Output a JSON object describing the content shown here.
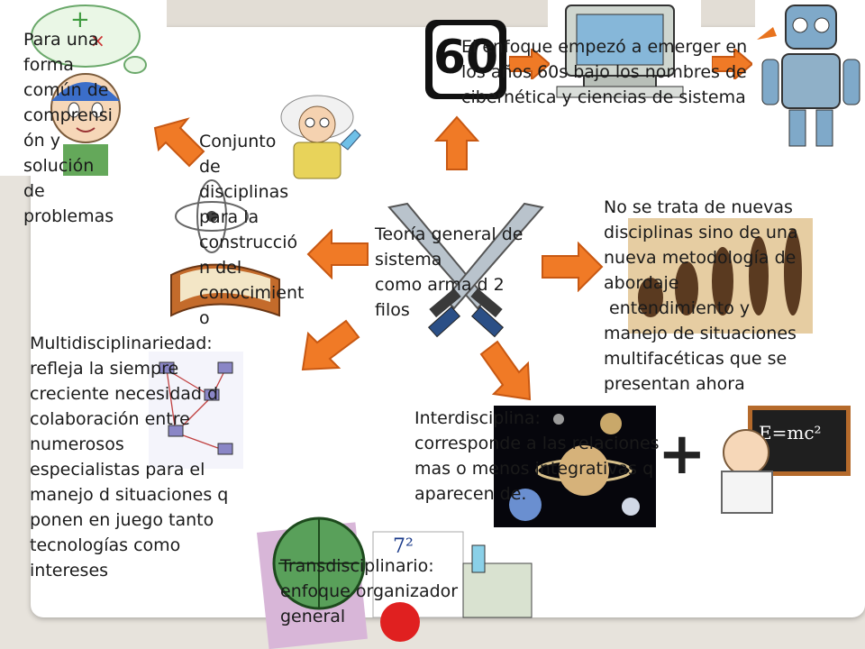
{
  "center_title": [
    "Teoría general de",
    "sistema",
    "como arma d 2",
    "filos"
  ],
  "text_forma": [
    "Para una",
    "forma",
    "común de",
    "comprensi",
    "ón y",
    "solución",
    "de",
    "problemas"
  ],
  "text_conjunto": [
    "Conjunto",
    "de",
    "disciplinas",
    "para la",
    "construcció",
    "n del",
    "conocimient",
    "o"
  ],
  "text_enfoque": [
    "El enfoque empezó a emerger en",
    "los años 60s bajo los nombres de",
    "cibernética y ciencias de sistema"
  ],
  "text_metodologia": [
    "No se trata de nuevas",
    "disciplinas sino de una",
    "nueva metodología de",
    "abordaje",
    " entendimiento y",
    "manejo de situaciones",
    "multifacéticas que se",
    "presentan ahora"
  ],
  "text_multi": [
    "Multidisciplinariedad:",
    "refleja la siempre",
    "creciente necesidad d",
    "colaboración entre",
    "numerosos",
    "especialistas para el",
    "manejo d situaciones q",
    "ponen en juego tanto",
    "tecnologías como",
    "intereses"
  ],
  "text_inter": [
    "Interdisciplina:",
    "corresponde a las relaciones",
    "mas o menos integrativas q",
    "aparecen de."
  ],
  "text_trans": [
    "Transdisciplinario:",
    "enfoque organizador",
    "general"
  ],
  "route_sign_number": "60",
  "formula": "E=mc²",
  "plus_sign": "+",
  "math_symbol": "7²",
  "colors": {
    "arrow_fill": "#f07a26",
    "arrow_stroke": "#c85812",
    "panel": "#ffffff",
    "background": "#e7e3dc"
  }
}
